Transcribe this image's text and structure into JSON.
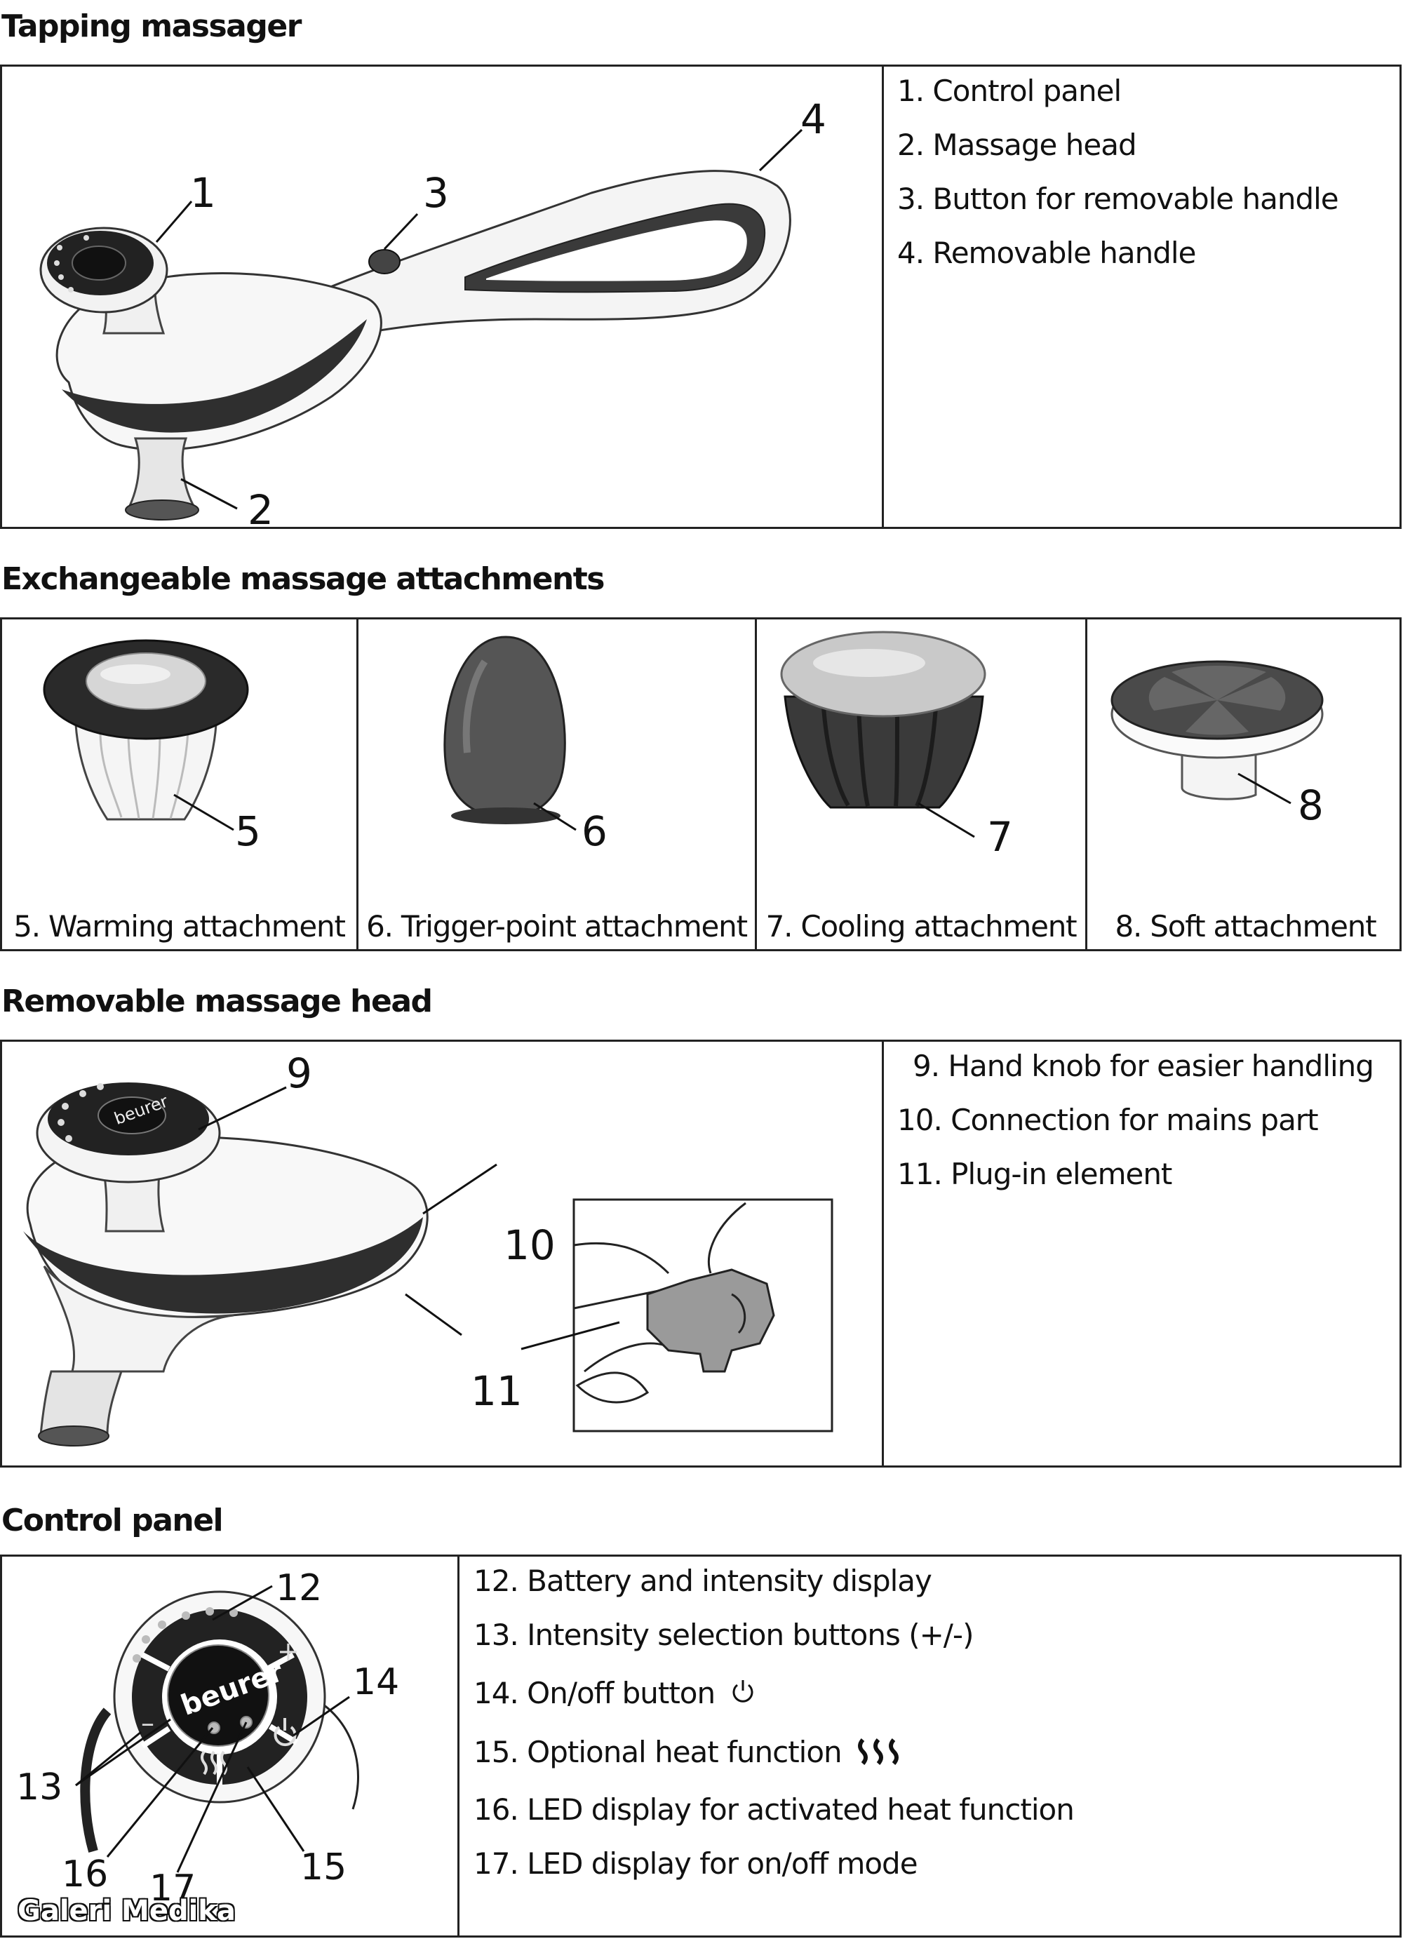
{
  "sections": {
    "tapping": {
      "title": "Tapping massager",
      "parts": [
        "1. Control panel",
        "2. Massage head",
        "3. Button for removable handle",
        "4. Removable handle"
      ],
      "callouts": [
        "1",
        "2",
        "3",
        "4"
      ]
    },
    "attachments": {
      "title": "Exchangeable massage attachments",
      "items": [
        {
          "number": "5",
          "caption": "5. Warming attachment"
        },
        {
          "number": "6",
          "caption": "6. Trigger-point attachment"
        },
        {
          "number": "7",
          "caption": "7. Cooling attachment"
        },
        {
          "number": "8",
          "caption": "8. Soft attachment"
        }
      ]
    },
    "head": {
      "title": "Removable massage head",
      "parts": [
        "9. Hand knob for easier handling",
        "10. Connection for mains part",
        "11. Plug-in element"
      ],
      "callouts": [
        "9",
        "10",
        "11"
      ],
      "brand": "beurer"
    },
    "control": {
      "title": "Control panel",
      "parts": [
        "12. Battery and intensity display",
        "13. Intensity selection buttons (+/-)",
        "14. On/off button",
        "15. Optional heat function",
        "16. LED display for activated heat function",
        "17. LED display for on/off mode"
      ],
      "callouts": [
        "12",
        "13",
        "14",
        "15",
        "16",
        "17"
      ],
      "brand": "beurer",
      "plus": "+",
      "minus": "–"
    }
  },
  "watermark": "Galeri Medika"
}
